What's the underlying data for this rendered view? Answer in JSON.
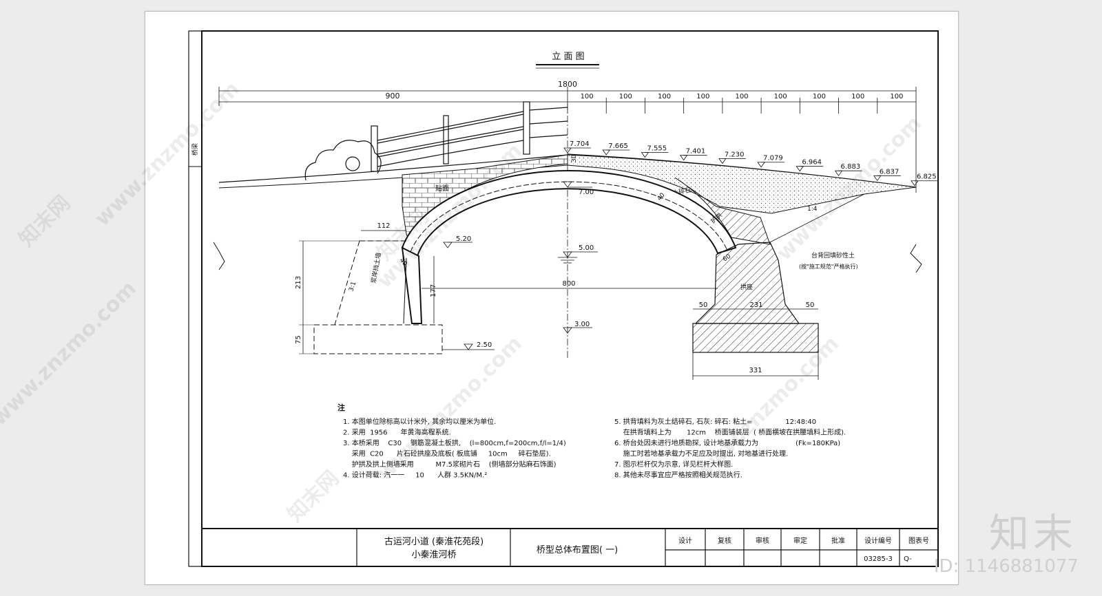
{
  "title": "立 面 图",
  "dims_top": {
    "total": "1800",
    "left": "900",
    "segments": [
      "100",
      "100",
      "100",
      "100",
      "100",
      "100",
      "100",
      "100",
      "100"
    ]
  },
  "elevations": {
    "deck_points": [
      "7.704",
      "7.665",
      "7.555",
      "7.401",
      "7.230",
      "7.079",
      "6.964",
      "6.883",
      "6.837",
      "6.825"
    ],
    "arch_crown": "7.00",
    "springing": "5.20",
    "water_level": "5.00",
    "river_bed": "3.00",
    "foundation": "2.50"
  },
  "dims": {
    "left_top": "112",
    "left_height": "213",
    "left_base": "75",
    "abutment_height": "177",
    "arch_thickness_left": "40",
    "arch_thickness_right": "40",
    "crown_fill": "30",
    "span": "800",
    "base_left": "50",
    "base_mid": "231",
    "base_right": "50",
    "base_total": "331",
    "skew_60": "60"
  },
  "labels": {
    "facing": "贴面",
    "lime_gravel": "灰土碎石",
    "arch_guard": "护拱",
    "abutment": "拱座",
    "retaining_wall": "浆岸挡土墙",
    "slope_left": "3:1",
    "slope_right": "1:4",
    "backfill_1": "台背回填砂性土",
    "backfill_2": "(按\"施工规范\"严格执行)"
  },
  "notes_title": "注",
  "notes_left": [
    "1. 本图单位除标高以计米外, 其余均以厘米为单位.",
    "2. 采用  1956      年黄海高程系统.",
    "3. 本桥采用    C30    钢筋混凝土板拱,    (l=800cm,f=200cm,f/l=1/4)",
    "    采用  C20      片石砼拱座及底板( 板底铺     10cm     碎石垫层).",
    "    护拱及拱上侧墙采用          M7.5浆砌片石    (侧墙部分贴麻石饰面)",
    "4. 设计荷载: 汽一一     10      人群 3.5KN/M.²"
  ],
  "notes_right": [
    "5. 拱背填料为灰土结碎石, 石灰: 碎石: 粘土=               12:48:40",
    "    在拱背填料上为       12cm    桥面铺装层  ( 桥面横坡在拱腰填料上形成).",
    "6. 桥台处因未进行地质勘探, 设计地基承载力为                 (Fk=180KPa)",
    "    施工时若地基承载力不足应及时提出, 对地基进行处理.",
    "7. 图示栏杆仅为示意, 详见栏杆大样图.",
    "8. 其他未尽事宜应严格按照相关规范执行."
  ],
  "title_block": {
    "project_1": "古运河小道 (秦淮花苑段)",
    "project_2": "小秦淮河桥",
    "drawing_name": "桥型总体布置图( 一)",
    "headers": [
      "设计",
      "复核",
      "审核",
      "审定",
      "批准",
      "设计编号",
      "图表号"
    ],
    "design_no": "03285-3",
    "sheet_no": "Q-"
  },
  "side_strip": "桥梁",
  "watermark": "www.znzmo.com",
  "watermark_cn": "知末网",
  "brand": "知末",
  "brand_id": "ID: 1146881077"
}
